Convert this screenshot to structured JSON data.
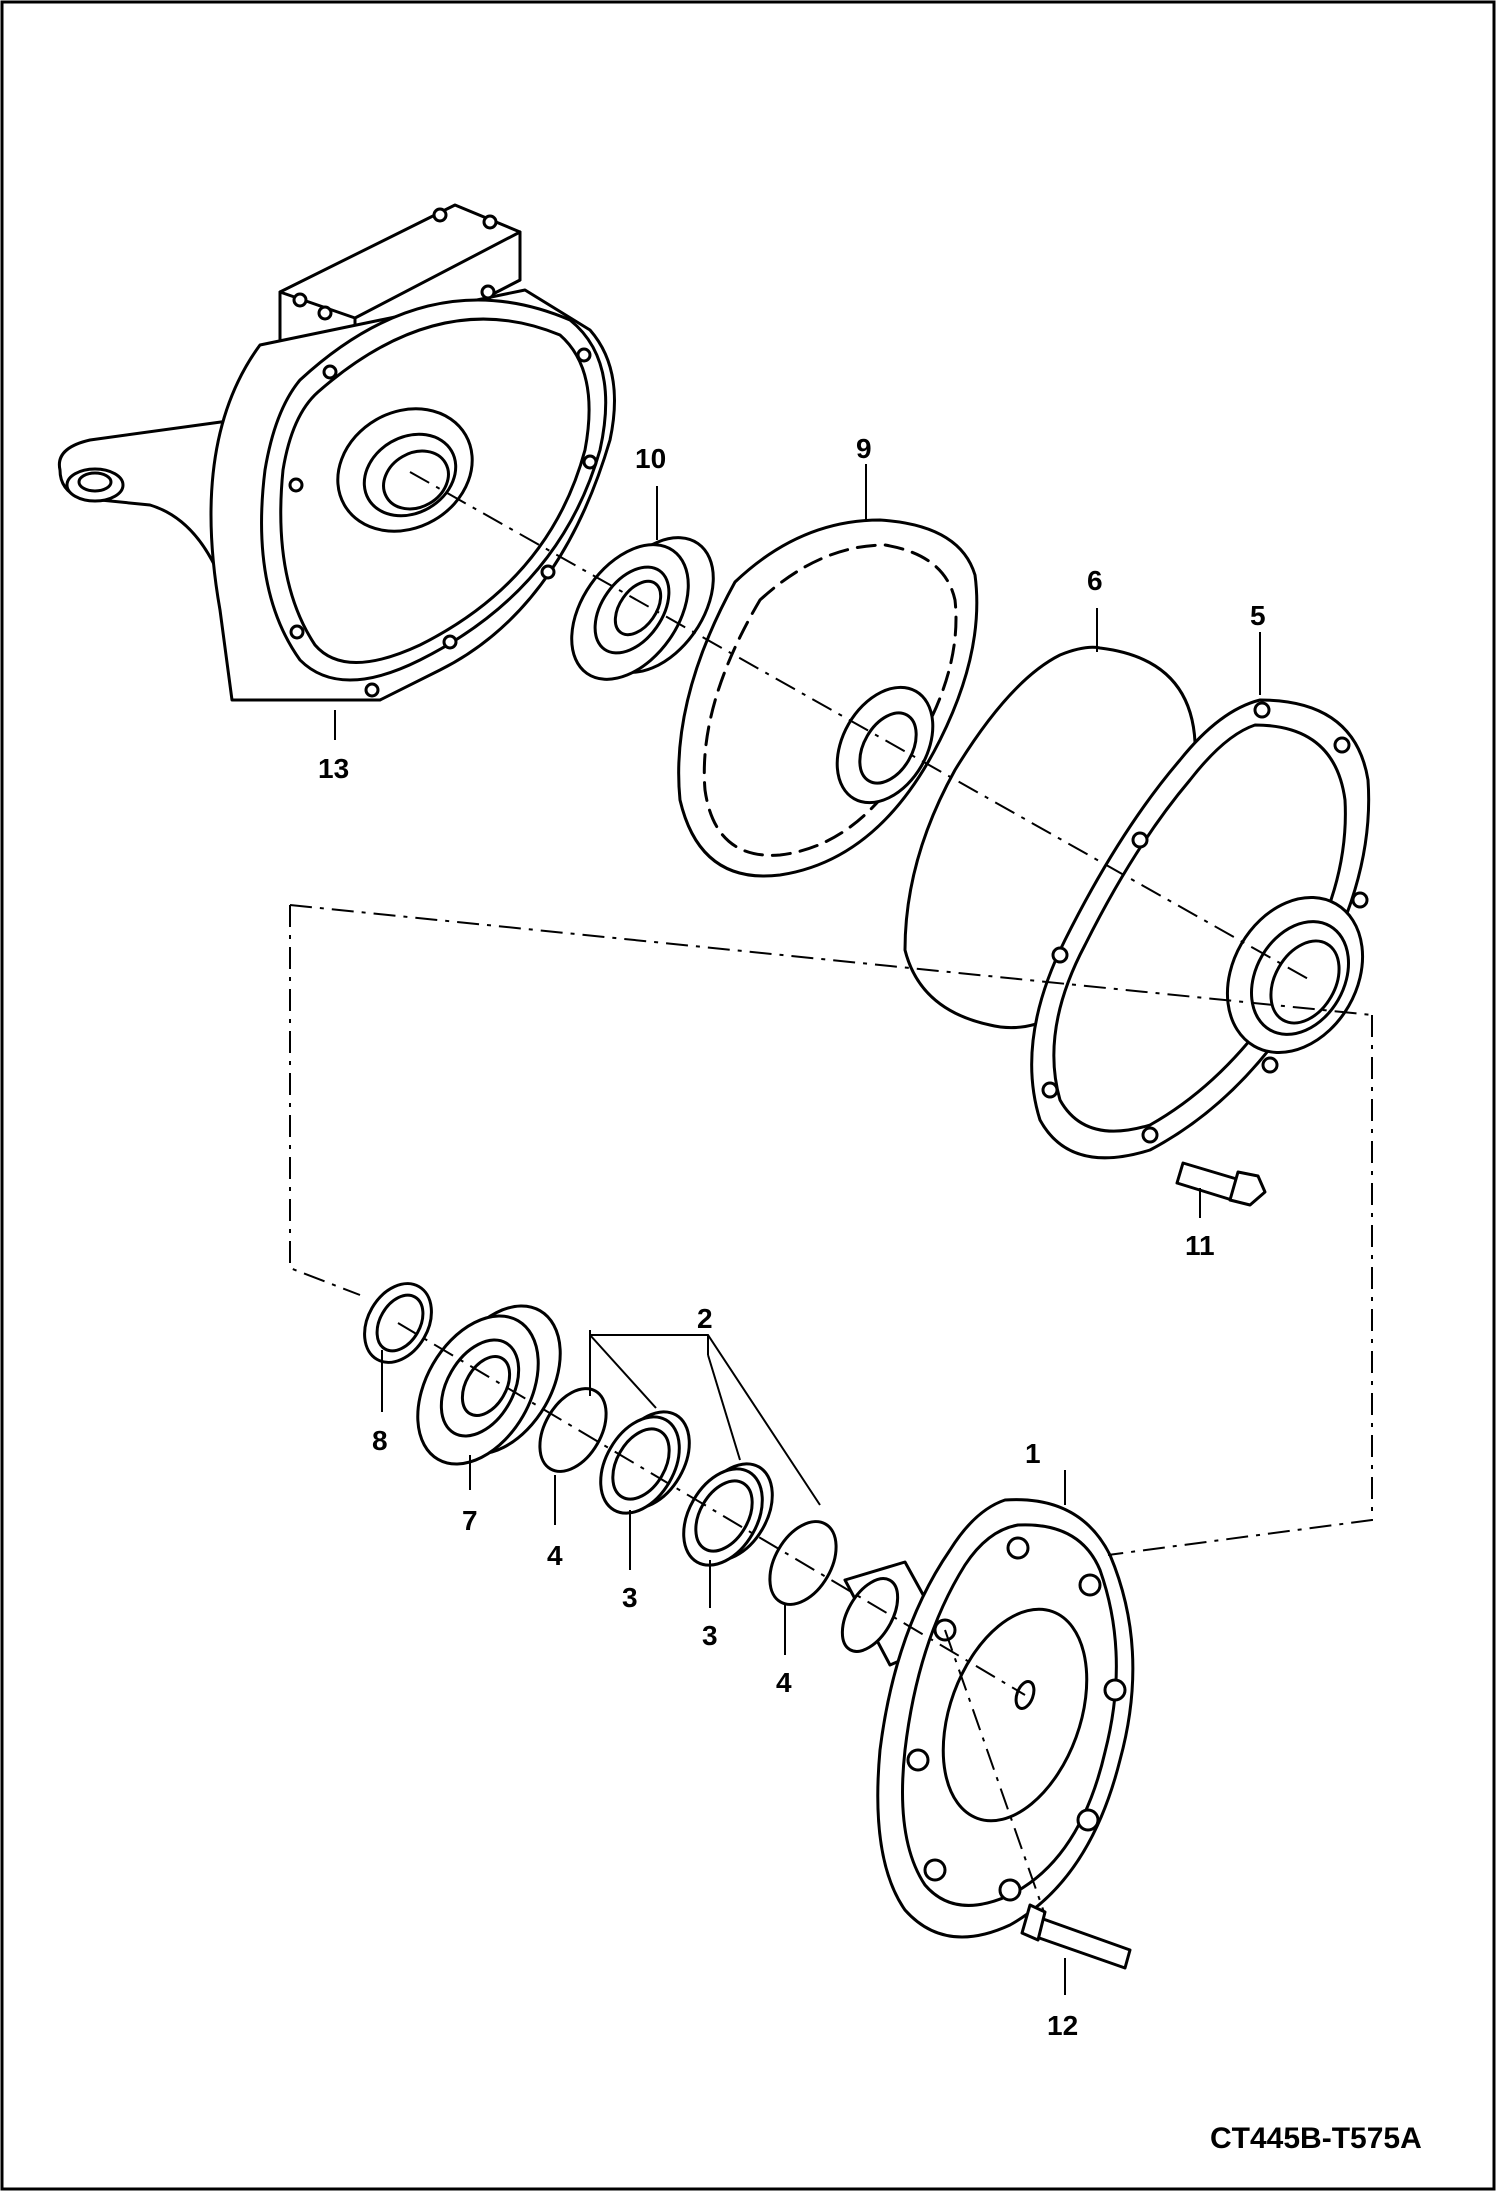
{
  "diagram": {
    "type": "exploded-parts-view",
    "drawing_number": "CT445B-T575A",
    "callouts": {
      "c1": "1",
      "c2": "2",
      "c3a": "3",
      "c3b": "3",
      "c4a": "4",
      "c4b": "4",
      "c5": "5",
      "c6": "6",
      "c7": "7",
      "c8": "8",
      "c9": "9",
      "c10": "10",
      "c11": "11",
      "c12": "12",
      "c13": "13"
    }
  }
}
